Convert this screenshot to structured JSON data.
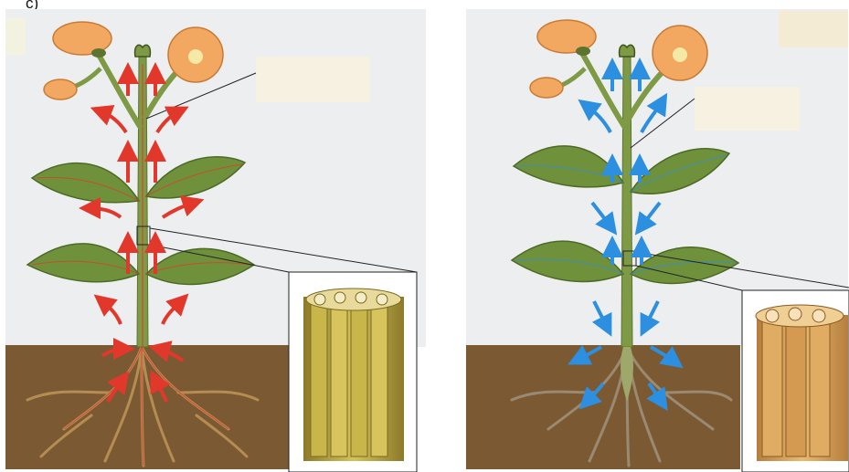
{
  "corner_label": "c)",
  "colors": {
    "background": "#ffffff",
    "panel": "#eceef0",
    "soil": "#7b5a33",
    "stem": "#7f9a45",
    "leaf": "#6f913c",
    "xylem_arrow": "#e2382c",
    "phloem_arrow": "#2c8fe0",
    "flower": "#f3a862",
    "label_box": "#f7f1e2",
    "xylem_tissue": "#b9a33c",
    "phloem_tissue": "#d9a35a"
  },
  "panels": [
    {
      "id": "xylem-transport",
      "arrow_color": "red",
      "direction": "up",
      "label_box_text": ""
    },
    {
      "id": "phloem-transport",
      "arrow_color": "blue",
      "direction": "down",
      "label_box_text": ""
    }
  ]
}
